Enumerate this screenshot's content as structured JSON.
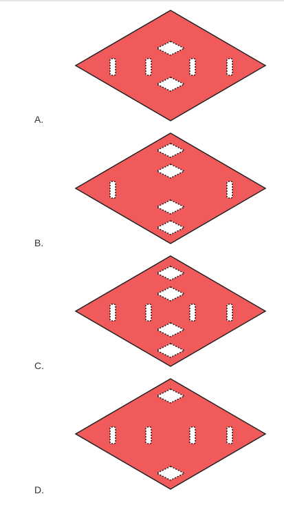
{
  "colors": {
    "fill": "#f05a5a",
    "outline": "#222222",
    "hole": "#ffffff",
    "hole_border": "#222222"
  },
  "options": [
    {
      "label": "A.",
      "holes": [
        "diamond-upper",
        "diamond-lower",
        "rect-far-left",
        "rect-inner-left",
        "rect-inner-right",
        "rect-far-right"
      ]
    },
    {
      "label": "B.",
      "holes": [
        "diamond-top",
        "diamond-upper",
        "diamond-lower",
        "diamond-bottom",
        "rect-far-left",
        "rect-far-right"
      ]
    },
    {
      "label": "C.",
      "holes": [
        "diamond-top",
        "diamond-upper",
        "diamond-lower",
        "diamond-bottom",
        "rect-far-left",
        "rect-inner-left",
        "rect-inner-right",
        "rect-far-right"
      ]
    },
    {
      "label": "D.",
      "holes": [
        "diamond-top",
        "diamond-bottom",
        "rect-far-left",
        "rect-inner-left",
        "rect-inner-right",
        "rect-far-right"
      ]
    }
  ]
}
